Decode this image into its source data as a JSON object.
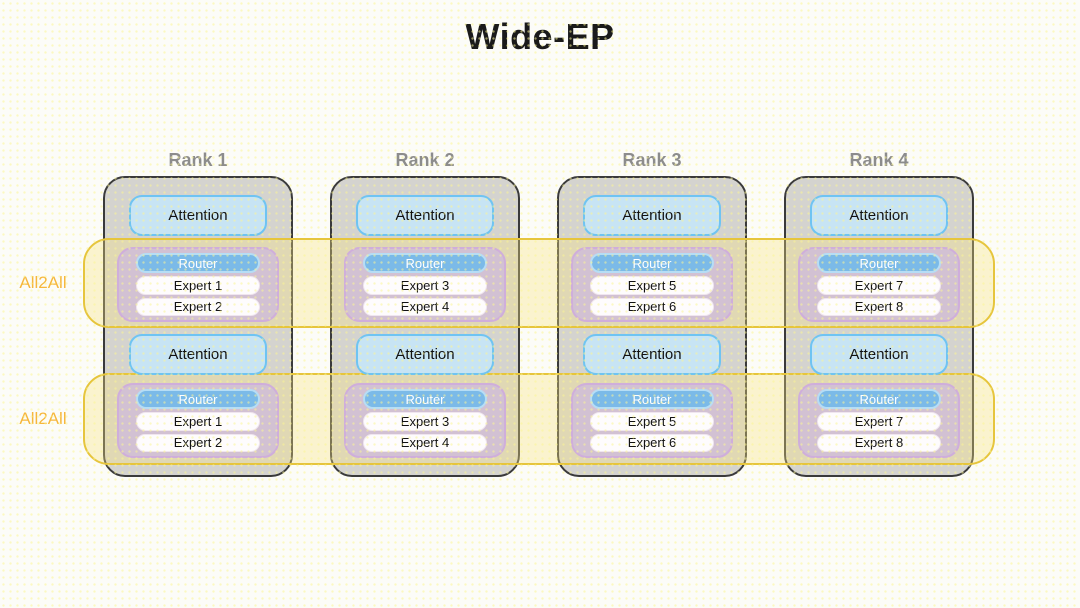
{
  "title": "Wide-EP",
  "bands": [
    {
      "label": "All2All"
    },
    {
      "label": "All2All"
    }
  ],
  "ranks": [
    {
      "label": "Rank 1",
      "layers": [
        {
          "attention": "Attention",
          "router": "Router",
          "experts": [
            "Expert 1",
            "Expert 2"
          ]
        },
        {
          "attention": "Attention",
          "router": "Router",
          "experts": [
            "Expert 1",
            "Expert 2"
          ]
        }
      ]
    },
    {
      "label": "Rank 2",
      "layers": [
        {
          "attention": "Attention",
          "router": "Router",
          "experts": [
            "Expert 3",
            "Expert 4"
          ]
        },
        {
          "attention": "Attention",
          "router": "Router",
          "experts": [
            "Expert 3",
            "Expert 4"
          ]
        }
      ]
    },
    {
      "label": "Rank 3",
      "layers": [
        {
          "attention": "Attention",
          "router": "Router",
          "experts": [
            "Expert 5",
            "Expert 6"
          ]
        },
        {
          "attention": "Attention",
          "router": "Router",
          "experts": [
            "Expert 5",
            "Expert 6"
          ]
        }
      ]
    },
    {
      "label": "Rank 4",
      "layers": [
        {
          "attention": "Attention",
          "router": "Router",
          "experts": [
            "Expert 7",
            "Expert 8"
          ]
        },
        {
          "attention": "Attention",
          "router": "Router",
          "experts": [
            "Expert 7",
            "Expert 8"
          ]
        }
      ]
    }
  ],
  "colors": {
    "background": "#fcfcf8",
    "title-color": "#1a1a1a",
    "rank-label": "#8c8c8c",
    "box-fill": "#d4d3cf",
    "box-border": "#3a3a3a",
    "attention-fill": "#c7e4f4",
    "attention-border": "#6fc4f2",
    "moe-fill": "rgba(206,186,221,0.75)",
    "moe-border": "#cfaedb",
    "router-fill": "#7bbae8",
    "router-border": "#b6ddf5",
    "expert-fill": "#fefcfd",
    "band-fill": "rgba(246,226,130,0.35)",
    "band-border": "#e6c53c",
    "all2all-label": "#f6b73c"
  }
}
